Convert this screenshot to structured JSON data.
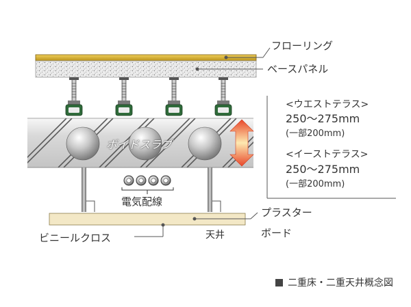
{
  "diagram": {
    "labels": {
      "flooring": "フローリング",
      "base_panel": "ベースパネル",
      "void_slab": "ボイドスラブ",
      "electrical": "電気配線",
      "plaster_1": "プラスター",
      "plaster_2": "ボード",
      "ceiling": "天井",
      "vinyl_cloth": "ビニールクロス"
    },
    "spec_west": {
      "title": "<ウエストテラス>",
      "value": "250～275mm",
      "note": "(一部200mm)"
    },
    "spec_east": {
      "title": "<イーストテラス>",
      "value": "250～275mm",
      "note": "(一部200mm)"
    },
    "caption": "二重床・二重天井概念図"
  }
}
